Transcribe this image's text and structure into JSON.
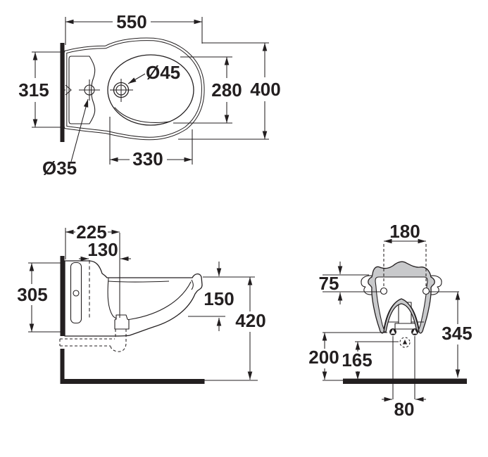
{
  "drawing": {
    "title": "wall-hung bidet installation dimension drawing",
    "units": "mm",
    "colors": {
      "line": "#231f20",
      "section_fill": "#c8c9cb",
      "background": "#ffffff"
    },
    "views": {
      "plan": {
        "name": "top view",
        "dims": {
          "overall_length": "550",
          "rear_section_width": "315",
          "faucet_hole_diameter": "Ø45",
          "fixing_hole_diameter": "Ø35",
          "bowl_inner_width": "280",
          "overall_width": "400",
          "bowl_inner_length": "330"
        }
      },
      "side": {
        "name": "side view",
        "dims": {
          "wall_to_tap_center": "225",
          "deck_to_tap_center": "130",
          "mounting_plate_height": "305",
          "rim_to_underside": "150",
          "rim_height_above_floor": "420"
        }
      },
      "front": {
        "name": "rear/front view",
        "dims": {
          "fixing_hole_spacing": "180",
          "top_to_fixing_holes": "75",
          "fixing_holes_to_floor": "345",
          "outlet_bolts_to_floor": "200",
          "drain_center_to_floor": "165",
          "outlet_bolt_spacing": "80"
        }
      }
    }
  }
}
